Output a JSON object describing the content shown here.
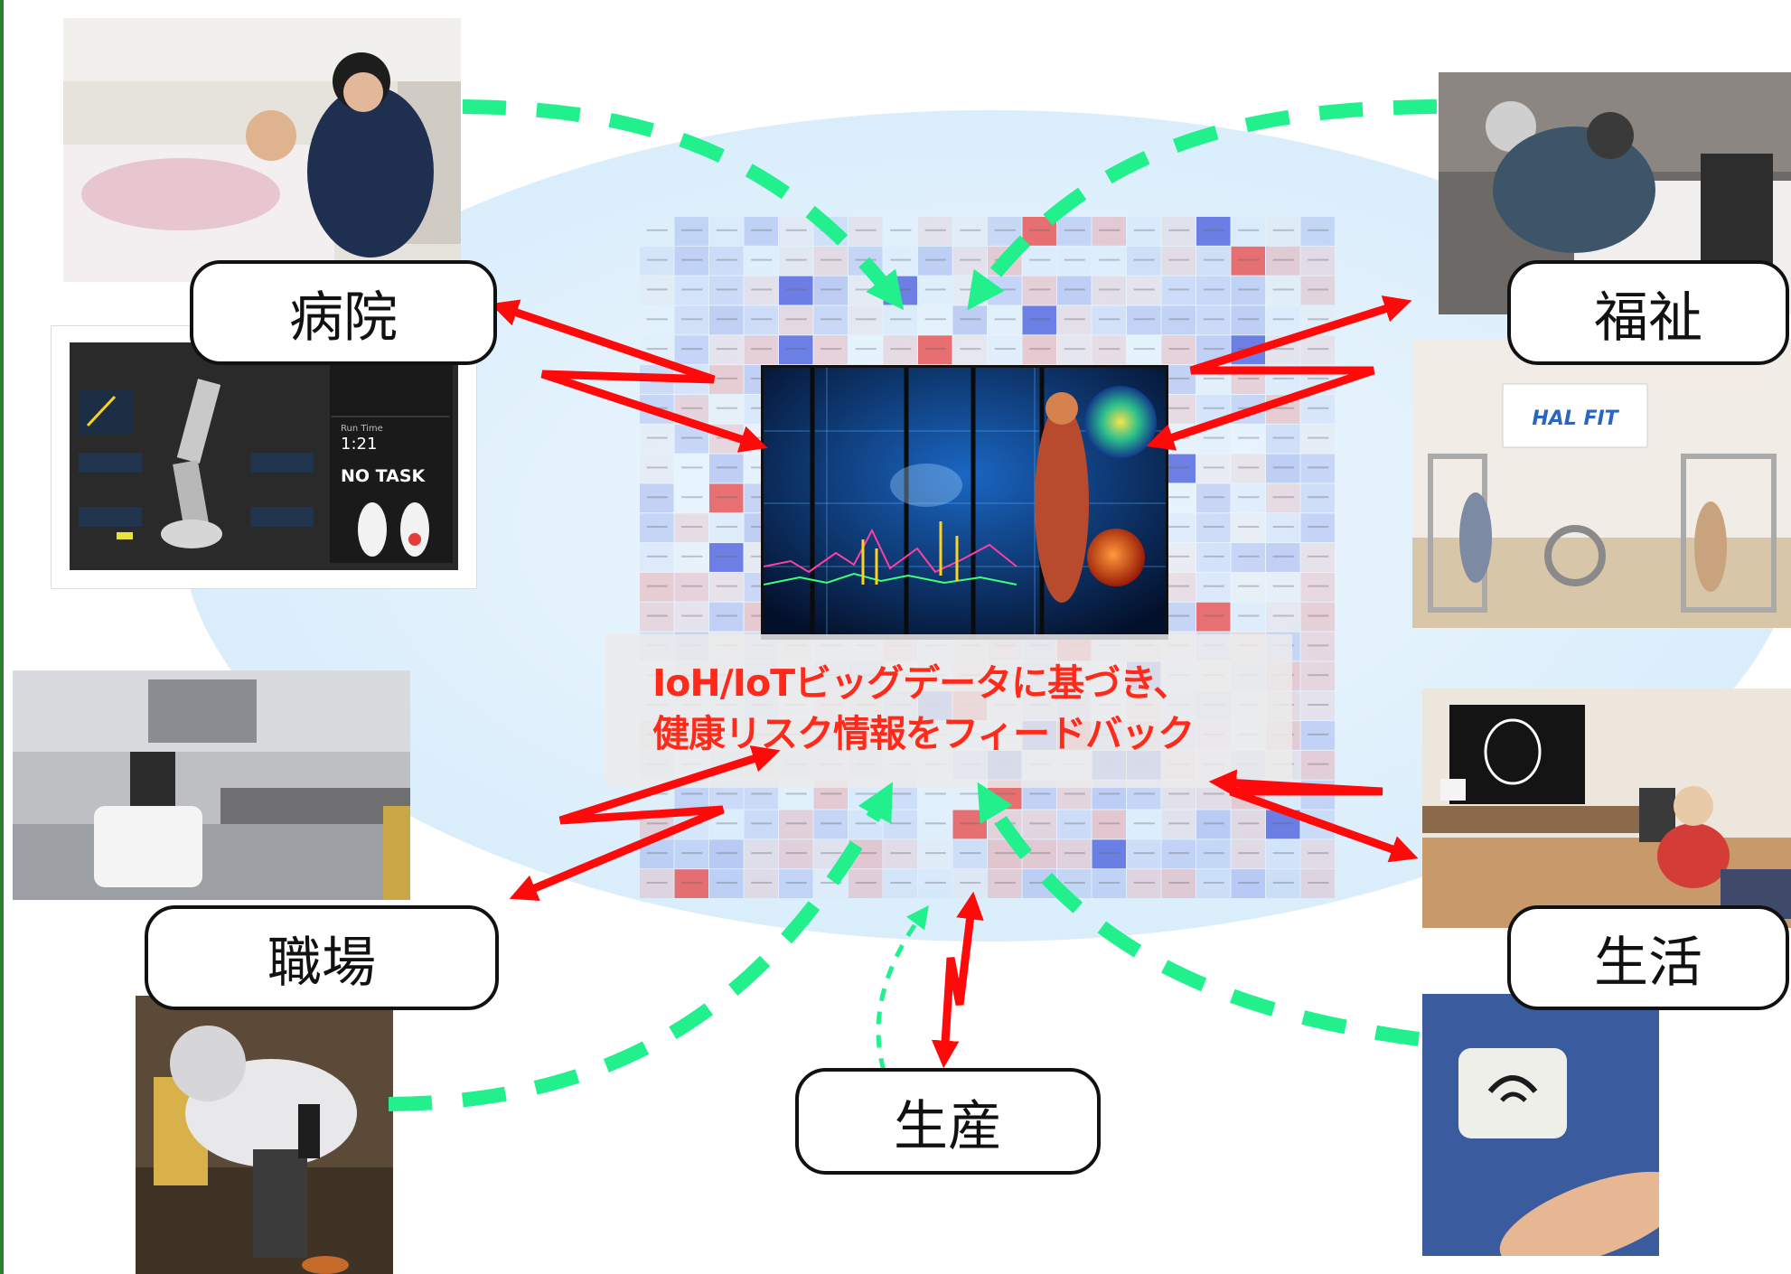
{
  "caption": {
    "line1": "IoH/IoTビッグデータに基づき、",
    "line2": "健康リスク情報をフィードバック"
  },
  "labels": {
    "hospital": "病院",
    "welfare": "福祉",
    "workplace": "職場",
    "life": "生活",
    "production": "生産"
  },
  "monitor": {
    "time_label": "Run Time",
    "time_value": "1:21",
    "task_value": "NO TASK"
  },
  "kiosk_logo": "HAL FIT",
  "colors": {
    "data_arrow": "#22f08c",
    "feedback_arrow": "#ff0a0a",
    "caption_text": "#ff2a1a",
    "cloud": "#dff0fc"
  }
}
